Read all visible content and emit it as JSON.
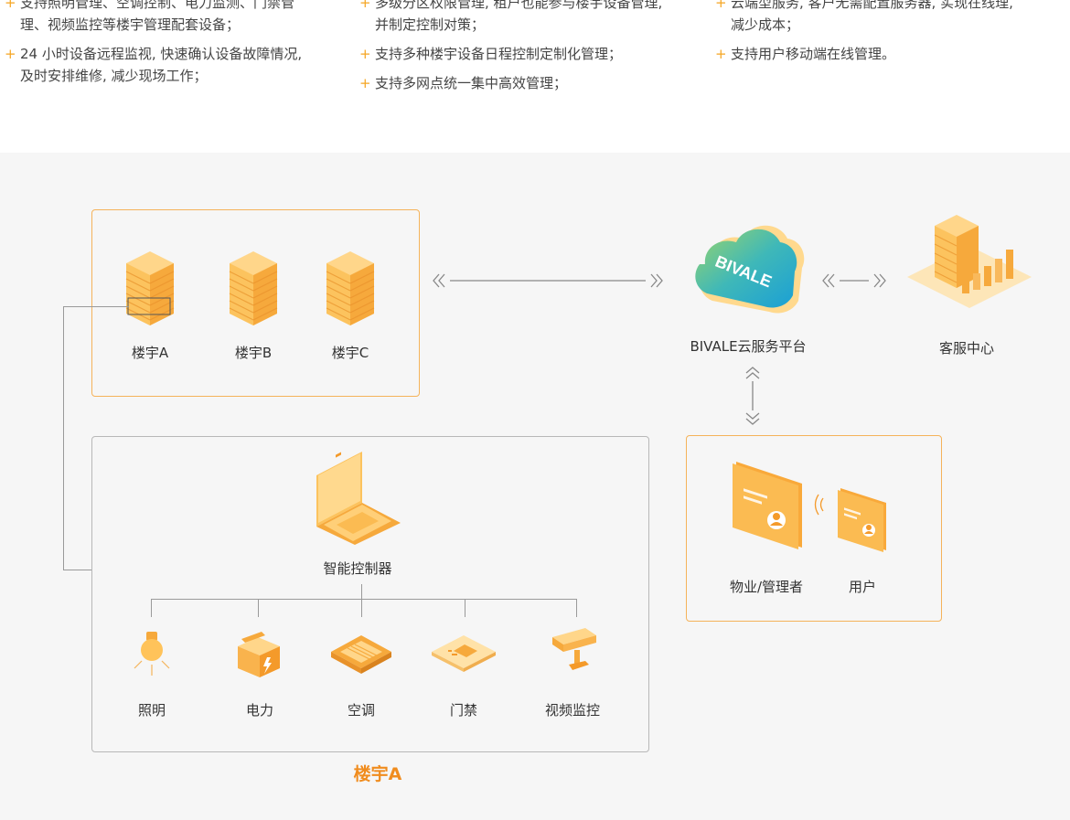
{
  "features": {
    "col1": [
      "支持照明管理、空调控制、电力监测、门禁管理、视频监控等楼宇管理配套设备；",
      "24 小时设备远程监视, 快速确认设备故障情况, 及时安排维修, 减少现场工作；"
    ],
    "col2": [
      "多级分区权限管理, 租户也能参与楼宇设备管理, 并制定控制对策；",
      "支持多种楼宇设备日程控制定制化管理；",
      "支持多网点统一集中高效管理；"
    ],
    "col3": [
      "云端型服务, 客户无需配置服务器, 实现在线理, 减少成本；",
      "支持用户移动端在线管理。"
    ]
  },
  "buildings": [
    "楼宇A",
    "楼宇B",
    "楼宇C"
  ],
  "cloud": {
    "logo": "BIVALE",
    "label": "BIVALE云服务平台"
  },
  "service_center": "客服中心",
  "controller": "智能控制器",
  "devices": [
    "照明",
    "电力",
    "空调",
    "门禁",
    "视频监控"
  ],
  "building_a_caption": "楼宇A",
  "users": {
    "manager": "物业/管理者",
    "user": "用户"
  },
  "colors": {
    "accent": "#f5a623",
    "accent_text": "#f08c1e",
    "cloud_blue": "#1aa7c9"
  }
}
